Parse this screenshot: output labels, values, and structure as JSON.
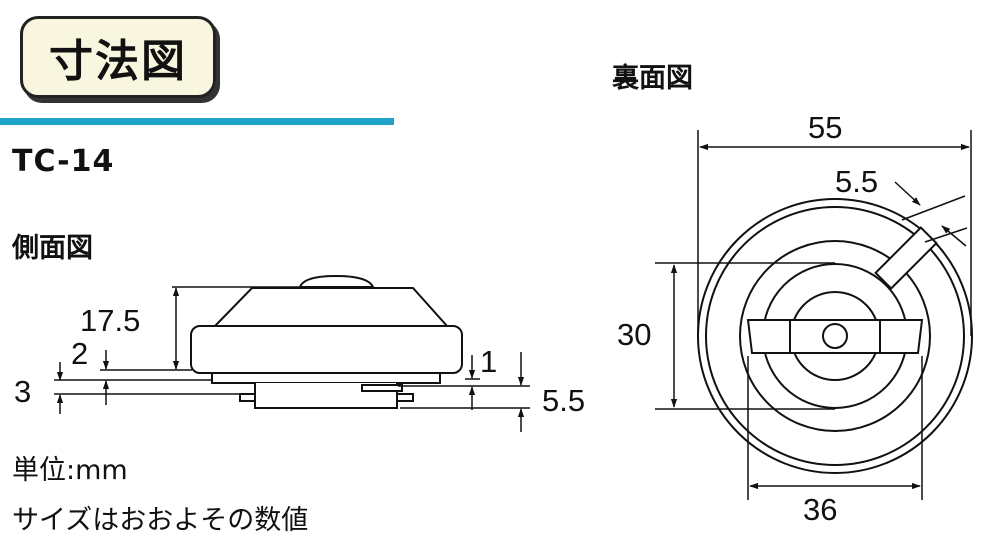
{
  "header": {
    "title": "寸法図",
    "accent_color": "#1fa3c9"
  },
  "model": "TC-14",
  "side_view": {
    "label": "側面図",
    "dims": {
      "height": "17.5",
      "top_offset": "2",
      "base": "3",
      "right_top": "1",
      "right_base": "5.5"
    }
  },
  "back_view": {
    "label": "裏面図",
    "dims": {
      "diameter": "55",
      "slot": "5.5",
      "height": "30",
      "width": "36"
    }
  },
  "notes": {
    "unit": "単位:mm",
    "approx": "サイズはおおよその数値"
  }
}
